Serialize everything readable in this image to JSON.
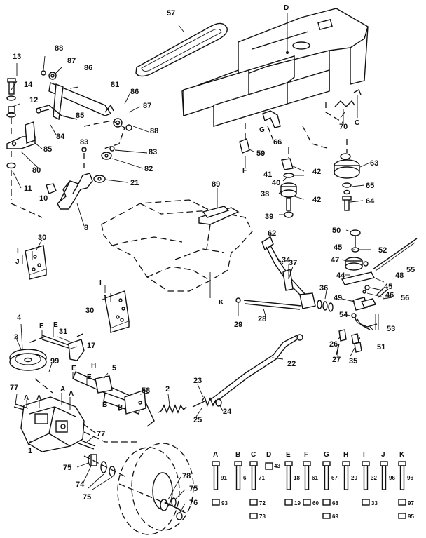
{
  "callouts": [
    {
      "id": "c57",
      "text": "57"
    },
    {
      "id": "cD",
      "text": "D"
    },
    {
      "id": "c13",
      "text": "13"
    },
    {
      "id": "c88a",
      "text": "88"
    },
    {
      "id": "c87a",
      "text": "87"
    },
    {
      "id": "c86a",
      "text": "86"
    },
    {
      "id": "c81",
      "text": "81"
    },
    {
      "id": "c14",
      "text": "14"
    },
    {
      "id": "c12",
      "text": "12"
    },
    {
      "id": "c86b",
      "text": "86"
    },
    {
      "id": "c87b",
      "text": "87"
    },
    {
      "id": "c88b",
      "text": "88"
    },
    {
      "id": "c85a",
      "text": "85"
    },
    {
      "id": "c84",
      "text": "84"
    },
    {
      "id": "c85b",
      "text": "85"
    },
    {
      "id": "c80",
      "text": "80"
    },
    {
      "id": "c83a",
      "text": "83"
    },
    {
      "id": "c83b",
      "text": "83"
    },
    {
      "id": "c82",
      "text": "82"
    },
    {
      "id": "c11",
      "text": "11"
    },
    {
      "id": "c21",
      "text": "21"
    },
    {
      "id": "c10",
      "text": "10"
    },
    {
      "id": "c8",
      "text": "8"
    },
    {
      "id": "c70",
      "text": "70"
    },
    {
      "id": "cC",
      "text": "C"
    },
    {
      "id": "c66",
      "text": "66"
    },
    {
      "id": "cG",
      "text": "G"
    },
    {
      "id": "c59",
      "text": "59"
    },
    {
      "id": "cF",
      "text": "F"
    },
    {
      "id": "c63",
      "text": "63"
    },
    {
      "id": "c41",
      "text": "41"
    },
    {
      "id": "c42a",
      "text": "42"
    },
    {
      "id": "c40",
      "text": "40"
    },
    {
      "id": "c38",
      "text": "38"
    },
    {
      "id": "c42b",
      "text": "42"
    },
    {
      "id": "c65",
      "text": "65"
    },
    {
      "id": "c64",
      "text": "64"
    },
    {
      "id": "c39",
      "text": "39"
    },
    {
      "id": "c89",
      "text": "89"
    },
    {
      "id": "c30a",
      "text": "30"
    },
    {
      "id": "cJa",
      "text": "J"
    },
    {
      "id": "cIa",
      "text": "I"
    },
    {
      "id": "c62",
      "text": "62"
    },
    {
      "id": "c50",
      "text": "50"
    },
    {
      "id": "c45a",
      "text": "45"
    },
    {
      "id": "c52",
      "text": "52"
    },
    {
      "id": "c47",
      "text": "47"
    },
    {
      "id": "c55",
      "text": "55"
    },
    {
      "id": "c34",
      "text": "34"
    },
    {
      "id": "c37",
      "text": "37"
    },
    {
      "id": "c44",
      "text": "44"
    },
    {
      "id": "c48",
      "text": "48"
    },
    {
      "id": "c45b",
      "text": "45"
    },
    {
      "id": "c46",
      "text": "46"
    },
    {
      "id": "c49",
      "text": "49"
    },
    {
      "id": "c56",
      "text": "56"
    },
    {
      "id": "c36",
      "text": "36"
    },
    {
      "id": "cK",
      "text": "K"
    },
    {
      "id": "c30b",
      "text": "30"
    },
    {
      "id": "cIb",
      "text": "I"
    },
    {
      "id": "cJb",
      "text": "J"
    },
    {
      "id": "c29",
      "text": "29"
    },
    {
      "id": "c28",
      "text": "28"
    },
    {
      "id": "c54",
      "text": "54"
    },
    {
      "id": "c53",
      "text": "53"
    },
    {
      "id": "c51",
      "text": "51"
    },
    {
      "id": "c4",
      "text": "4"
    },
    {
      "id": "cEa",
      "text": "E"
    },
    {
      "id": "cEb",
      "text": "E"
    },
    {
      "id": "c31",
      "text": "31"
    },
    {
      "id": "c3",
      "text": "3"
    },
    {
      "id": "c17",
      "text": "17"
    },
    {
      "id": "c26",
      "text": "26"
    },
    {
      "id": "c27",
      "text": "27"
    },
    {
      "id": "c35",
      "text": "35"
    },
    {
      "id": "c99",
      "text": "99"
    },
    {
      "id": "cH",
      "text": "H"
    },
    {
      "id": "cEc",
      "text": "E"
    },
    {
      "id": "c5",
      "text": "5"
    },
    {
      "id": "cEd",
      "text": "E"
    },
    {
      "id": "c22",
      "text": "22"
    },
    {
      "id": "c58",
      "text": "58"
    },
    {
      "id": "cB1",
      "text": "B"
    },
    {
      "id": "cB2",
      "text": "B"
    },
    {
      "id": "c2",
      "text": "2"
    },
    {
      "id": "c23",
      "text": "23"
    },
    {
      "id": "c24",
      "text": "24"
    },
    {
      "id": "c25",
      "text": "25"
    },
    {
      "id": "c77a",
      "text": "77"
    },
    {
      "id": "cAa",
      "text": "A"
    },
    {
      "id": "cAb",
      "text": "A"
    },
    {
      "id": "cAc",
      "text": "A"
    },
    {
      "id": "cAd",
      "text": "A"
    },
    {
      "id": "c77b",
      "text": "77"
    },
    {
      "id": "c1",
      "text": "1"
    },
    {
      "id": "c75a",
      "text": "75"
    },
    {
      "id": "c74",
      "text": "74"
    },
    {
      "id": "c75b",
      "text": "75"
    },
    {
      "id": "c78",
      "text": "78"
    },
    {
      "id": "c75c",
      "text": "75"
    },
    {
      "id": "c76",
      "text": "76"
    }
  ],
  "hardware_chart": [
    {
      "letter": "A",
      "bolt": "91",
      "nut": "93"
    },
    {
      "letter": "B",
      "bolt": "6",
      "nut": ""
    },
    {
      "letter": "C",
      "bolt": "71",
      "nut": "72",
      "nut2": "73"
    },
    {
      "letter": "D",
      "bolt": "43",
      "nut": ""
    },
    {
      "letter": "E",
      "bolt": "18",
      "nut": "19"
    },
    {
      "letter": "F",
      "bolt": "61",
      "nut": "60"
    },
    {
      "letter": "G",
      "bolt": "67",
      "nut": "68",
      "nut2": "69"
    },
    {
      "letter": "H",
      "bolt": "20",
      "nut": ""
    },
    {
      "letter": "I",
      "bolt": "32",
      "nut": "33"
    },
    {
      "letter": "J",
      "bolt": "96",
      "nut": ""
    },
    {
      "letter": "K",
      "bolt": "96",
      "nut": "97",
      "nut2": "95"
    }
  ]
}
